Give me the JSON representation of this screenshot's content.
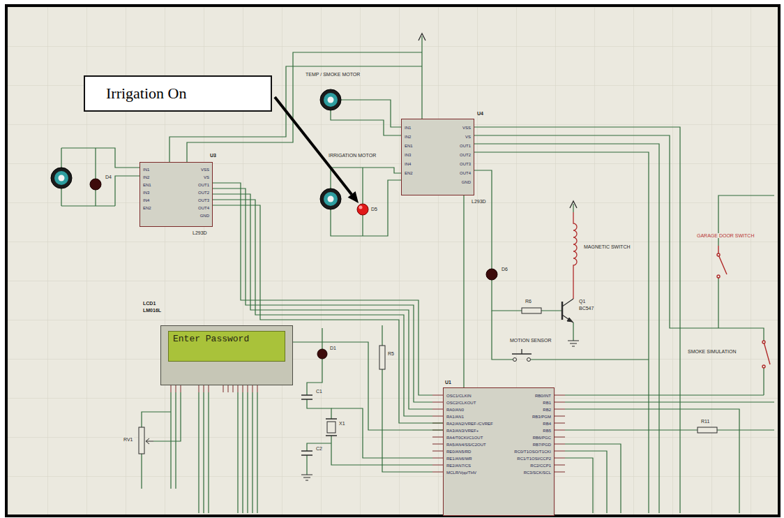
{
  "diagram": {
    "nodes": [
      {
        "text": [
          "Irrigation On"
        ]
      },
      {
        "text": [
          "U4",
          "L293D",
          "IN1",
          "IN2",
          "EN1",
          "IN3",
          "IN4",
          "EN2",
          "VSS",
          "VS",
          "OUT1",
          "OUT2",
          "OUT3",
          "OUT4",
          "GND"
        ]
      },
      {
        "text": [
          "U3",
          "L293D",
          "IN1",
          "IN2",
          "EN1",
          "IN3",
          "IN4",
          "EN2",
          "VSS",
          "VS",
          "OUT1",
          "OUT2",
          "OUT3",
          "OUT4",
          "GND"
        ]
      },
      {
        "text": [
          "LCD1",
          "LM016L",
          "Enter Password"
        ]
      },
      {
        "text": [
          "U1",
          "OSC1/CLKIN",
          "OSC2/CLKOUT",
          "RA0/AN0",
          "RA1/AN1",
          "RA2/AN2/VREF-/CVREF",
          "RA3/AN3/VREF+",
          "RA4/T0CKI/C1OUT",
          "RA5/AN4/SS/C2OUT",
          "RE0/AN5/RD",
          "RE1/AN6/WR",
          "RE2/AN7/CS",
          "MCLR/Vpp/THV",
          "RB0/INT",
          "RB1",
          "RB2",
          "RB3/PGM",
          "RB4",
          "RB5",
          "RB6/PGC",
          "RB7/PGD",
          "RC0/T1OSO/T1CKI",
          "RC1/T1OSI/CCP2",
          "RC2/CCP1",
          "RC3/SCK/SCL"
        ]
      }
    ],
    "edges": [
      {
        "from": 2,
        "to": 4,
        "arrow": "none"
      },
      {
        "from": 1,
        "to": 4,
        "arrow": "none"
      },
      {
        "from": 3,
        "to": 4,
        "arrow": "none"
      }
    ],
    "labels": [
      "TEMP / SMOKE MOTOR",
      "IRRIGATION MOTOR",
      "D4",
      "D5",
      "D6",
      "MAGNETIC SWITCH",
      "R6",
      "Q1",
      "BC547",
      "GARAGE DOOR SWITCH",
      "MOTION SENSOR",
      "SMOKE SIMULATION",
      "D1",
      "R5",
      "C1",
      "X1",
      "C2",
      "RV1",
      "R11"
    ]
  }
}
